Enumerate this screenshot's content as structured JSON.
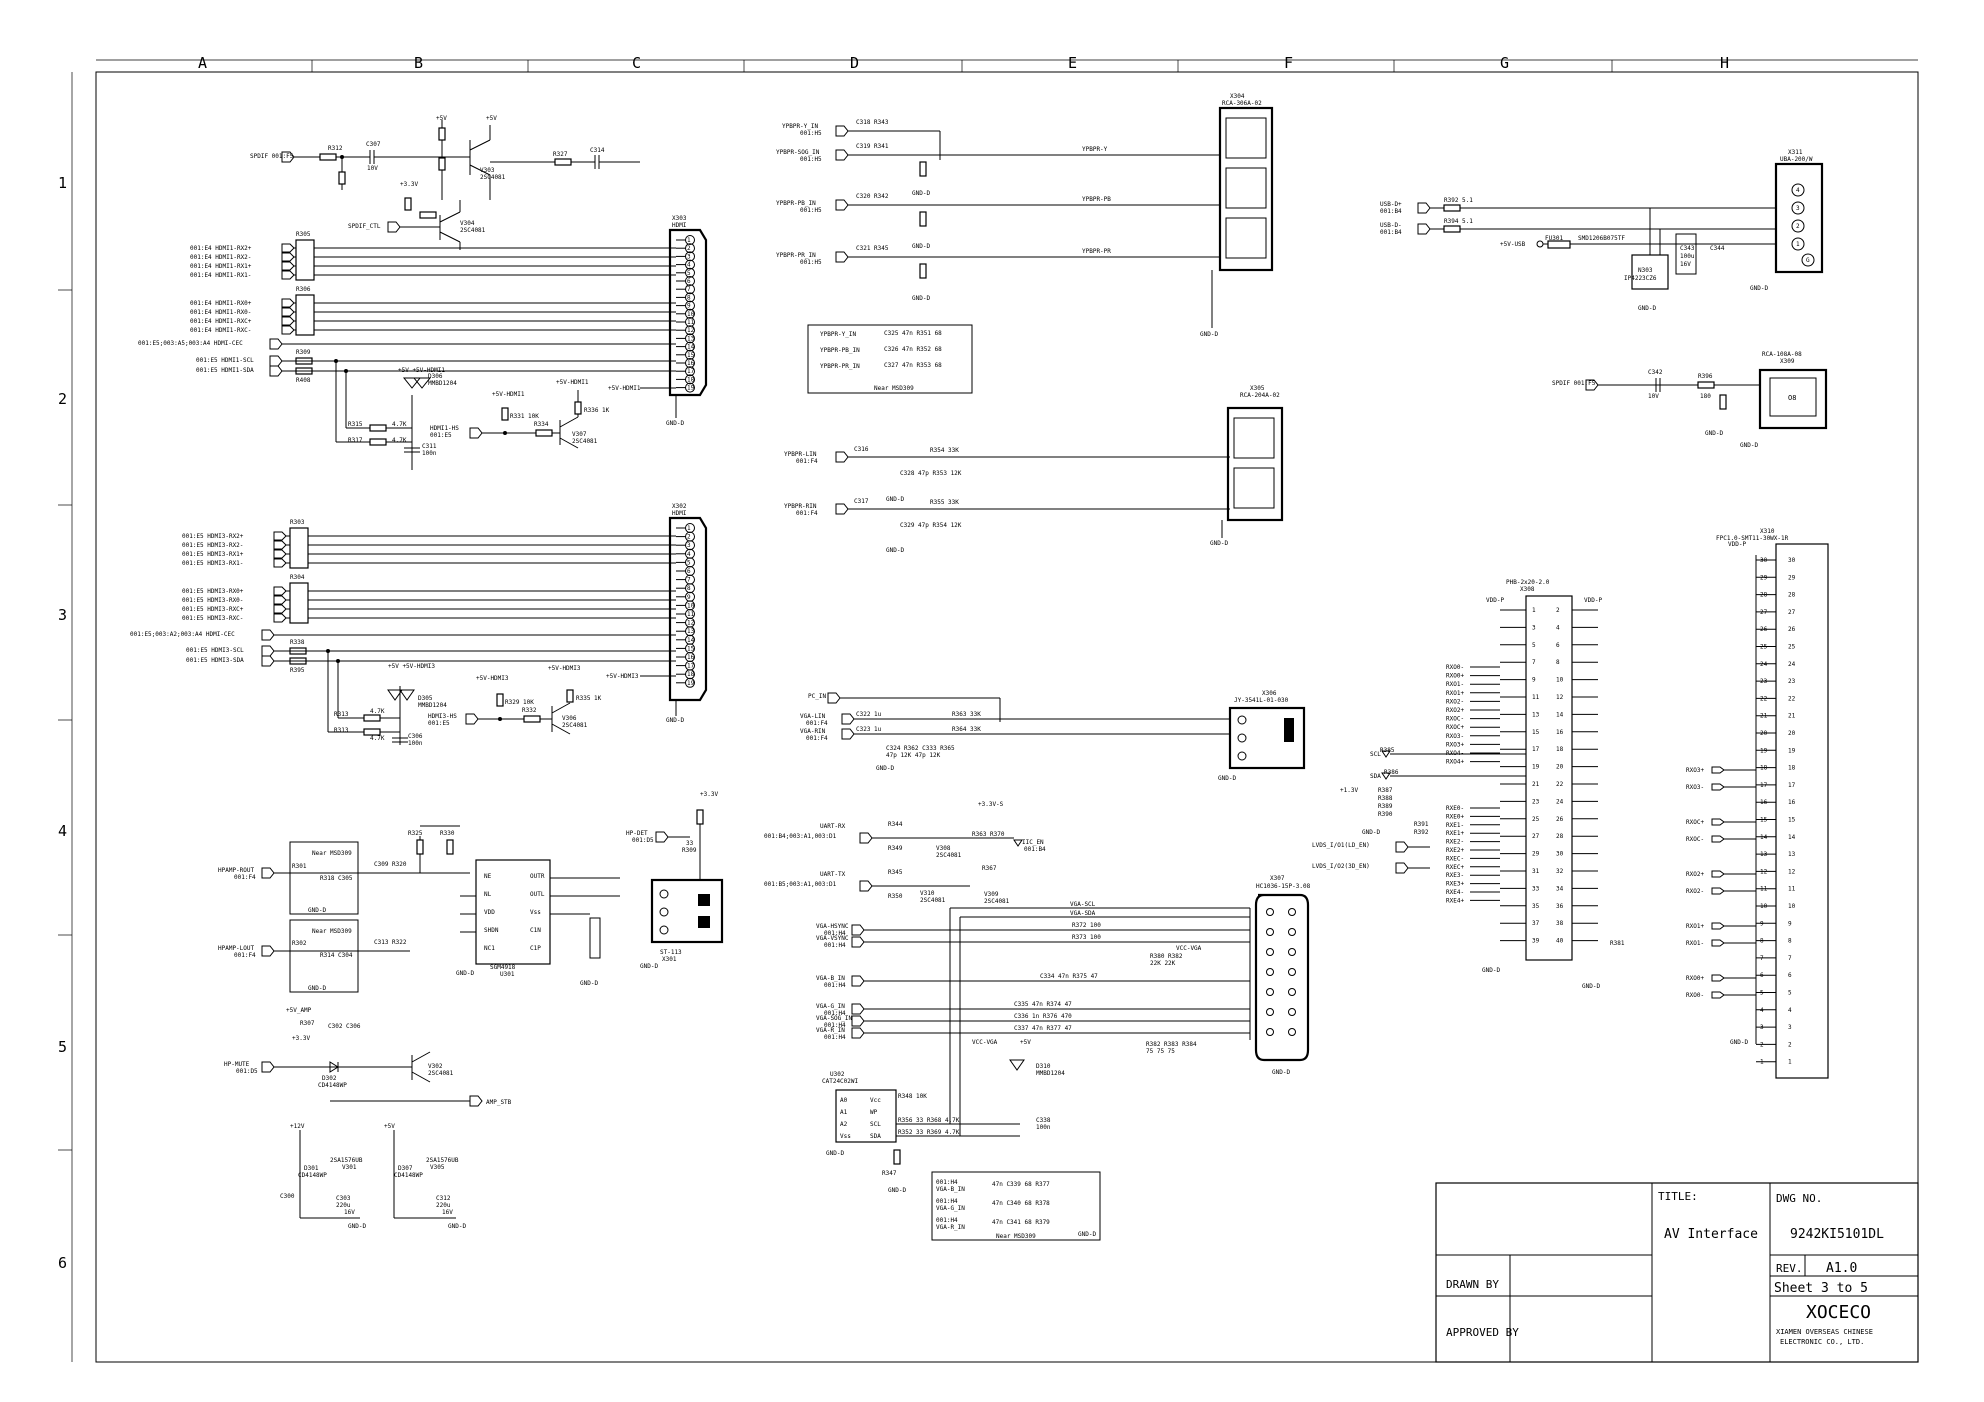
{
  "grid": {
    "columns": [
      "A",
      "B",
      "C",
      "D",
      "E",
      "F",
      "G",
      "H"
    ],
    "rows": [
      "1",
      "2",
      "3",
      "4",
      "5",
      "6"
    ]
  },
  "title_block": {
    "title_label": "TITLE:",
    "title": "AV Interface",
    "dwg_label": "DWG NO.",
    "dwg_no": "9242KI5101DL",
    "rev_label": "REV.",
    "rev": "A1.0",
    "sheet_text": "Sheet  3  to   5",
    "drawn_by": "DRAWN BY",
    "approved_by": "APPROVED BY",
    "company": "XOCECO",
    "company_full_1": "XIAMEN OVERSEAS CHINESE",
    "company_full_2": "ELECTRONIC CO., LTD."
  },
  "connectors": {
    "x303": {
      "ref": "X303",
      "type": "HDMI"
    },
    "x302": {
      "ref": "X302",
      "type": "HDMI"
    },
    "x304": {
      "ref": "X304",
      "type": "RCA-306A-02"
    },
    "x305": {
      "ref": "X305",
      "type": "RCA-204A-02"
    },
    "x306": {
      "ref": "X306",
      "type": "JY-3541L-01-030"
    },
    "x307": {
      "ref": "X307",
      "type": "HC1036-15P-3.08"
    },
    "x308": {
      "ref": "X308",
      "type": "PHB-2x20-2.0"
    },
    "x309": {
      "ref": "X309",
      "type": "RCA-108A-08"
    },
    "x310": {
      "ref": "X310",
      "type": "FPC1.0-SMT11-30WX-1R"
    },
    "x311": {
      "ref": "X311",
      "type": "UBA-200/W"
    },
    "x301": {
      "ref": "X301",
      "type": "ST-113"
    }
  },
  "nets": {
    "hdmi1_pairs": [
      "001:E4 HDMI1-RX2+",
      "001:E4 HDMI1-RX2-",
      "001:E4 HDMI1-RX1+",
      "001:E4 HDMI1-RX1-",
      "001:E4 HDMI1-RX0+",
      "001:E4 HDMI1-RX0-",
      "001:E4 HDMI1-RXC+",
      "001:E4 HDMI1-RXC-"
    ],
    "hdmi3_pairs": [
      "001:E5 HDMI3-RX2+",
      "001:E5 HDMI3-RX2-",
      "001:E5 HDMI3-RX1+",
      "001:E5 HDMI3-RX1-",
      "001:E5 HDMI3-RX0+",
      "001:E5 HDMI3-RX0-",
      "001:E5 HDMI3-RXC+",
      "001:E5 HDMI3-RXC-"
    ],
    "hdmi1_cec": "001:E5;003:A5;003:A4   HDMI-CEC",
    "hdmi1_scl": "001:E5   HDMI1-SCL",
    "hdmi1_sda": "001:E5   HDMI1-SDA",
    "hdmi3_cec": "001:E5;003:A2;003:A4   HDMI-CEC",
    "hdmi3_scl": "001:E5   HDMI3-SCL",
    "hdmi3_sda": "001:E5   HDMI3-SDA",
    "spdif_in": "SPDIF\n001:F5",
    "spdif_ctl": "SPDIF_CTL",
    "ypbpr_y_in": "YPBPR-Y_IN",
    "ypbpr_sog_in": "YPBPR-SOG_IN",
    "ypbpr_pb_in": "YPBPR-PB_IN",
    "ypbpr_pr_in": "YPBPR-PR_IN",
    "ypbpr_y": "YPBPR-Y",
    "ypbpr_pb": "YPBPR-PB",
    "ypbpr_pr": "YPBPR-PR",
    "ypbpr_lin": "YPBPR-LIN",
    "ypbpr_rin": "YPBPR-RIN",
    "usb_dp": "USB-D+",
    "usb_dm": "USB-D-",
    "usb_5v": "+5V-USB",
    "spdif_out": "SPDIF\n001:F5",
    "hpamp_rout": "HPAMP-ROUT",
    "hpamp_lout": "HPAMP-LOUT",
    "hp_mute": "HP-MUTE",
    "hp_det": "HP-DET",
    "amp_stb": "AMP_STB",
    "uart_rx": "UART-RX",
    "uart_tx": "UART-TX",
    "vga_hsync": "VGA-HSYNC",
    "vga_vsync": "VGA-VSYNC",
    "vga_b_in": "VGA-B_IN",
    "vga_g_in": "VGA-G_IN",
    "vga_sog_in": "VGA-SOG_IN",
    "vga_r_in": "VGA-R_IN",
    "vga_scl": "VGA-SCL",
    "vga_sda": "VGA-SDA",
    "vcc_vga": "VCC-VGA",
    "pc_in": "PC_IN",
    "vga_lin": "VGA-LIN",
    "vga_rin": "VGA-RIN",
    "scl": "SCL",
    "sda": "SDA",
    "lvds_ld_en": "LVDS_I/O1(LD_EN)",
    "lvds_3d_en": "LVDS_I/O2(3D_EN)",
    "iic_en": "IIC_EN",
    "gnd_d": "GND-D",
    "vdd_p": "VDD-P"
  },
  "notes": {
    "near_msd309": "Near MSD309"
  },
  "lvds_left_signals": [
    "RXO0-",
    "RXO0+",
    "RXO1-",
    "RXO1+",
    "RXO2-",
    "RXO2+",
    "RXOC-",
    "RXOC+",
    "RXO3-",
    "RXO3+",
    "RXO4-",
    "RXO4+"
  ],
  "lvds_left_signals_e": [
    "RXE0-",
    "RXE0+",
    "RXE1-",
    "RXE1+",
    "RXE2-",
    "RXE2+",
    "RXEC-",
    "RXEC+",
    "RXE3-",
    "RXE3+",
    "RXE4-",
    "RXE4+"
  ],
  "fpc_signals": [
    "RXO3+",
    "RXO3-",
    "RXOC+",
    "RXOC-",
    "RXO2+",
    "RXO2-",
    "RXO1+",
    "RXO1-",
    "RXO0+",
    "RXO0-"
  ],
  "fpc_pins": [
    "30",
    "29",
    "28",
    "27",
    "26",
    "25",
    "24",
    "23",
    "22",
    "21",
    "20",
    "19",
    "18",
    "17",
    "16",
    "15",
    "14",
    "13",
    "12",
    "11",
    "10",
    "9",
    "8",
    "7",
    "6",
    "5",
    "4",
    "3",
    "2",
    "1"
  ],
  "components": {
    "u301": {
      "ref": "U301",
      "part": "SGM4918"
    },
    "u302": {
      "ref": "U302",
      "part": "CAT24C02WI"
    },
    "v303": {
      "ref": "V303",
      "part": "2SC4081"
    },
    "v304": {
      "ref": "V304",
      "part": "2SC4081"
    },
    "v307": {
      "ref": "V307",
      "part": "2SC4081"
    },
    "v306": {
      "ref": "V306",
      "part": "2SC4081"
    },
    "v301": {
      "ref": "V301",
      "part": "2SA1576UB"
    },
    "v305": {
      "ref": "V305",
      "part": "2SA1576UB"
    },
    "v302": {
      "ref": "V302",
      "part": "2SC4081"
    },
    "d306": {
      "ref": "D306",
      "part": "MMBD1204"
    },
    "d305": {
      "ref": "D305",
      "part": "MMBD1204"
    },
    "d310": {
      "ref": "D310",
      "part": "MMBD1204"
    },
    "d301": {
      "ref": "D301",
      "part": "CD4148WP"
    },
    "d302": {
      "ref": "D302",
      "part": "CD4148WP"
    },
    "d307": {
      "ref": "D307",
      "part": "CD4148WP"
    },
    "fu301": {
      "ref": "FU301",
      "part": "SMD1206B075TF"
    },
    "n303": {
      "ref": "N303",
      "part": "IP4223CZ6"
    }
  }
}
